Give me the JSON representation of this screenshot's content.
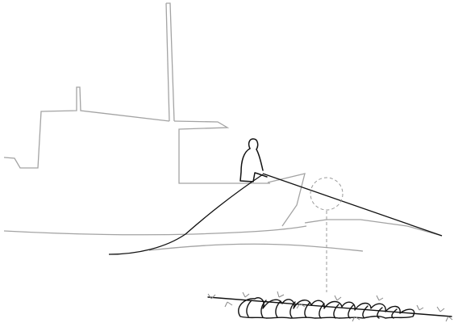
{
  "figure": {
    "background": "#ffffff",
    "colors": {
      "outline_light": "#a3a3a3",
      "outline_dark": "#111111",
      "callout": "#9a9a9a"
    },
    "elements": {
      "ship": "ship-silhouette",
      "figure": "fisher-silhouette",
      "gear": "fishing-line-with-float",
      "detail": "magnified-segment-of-line"
    }
  }
}
